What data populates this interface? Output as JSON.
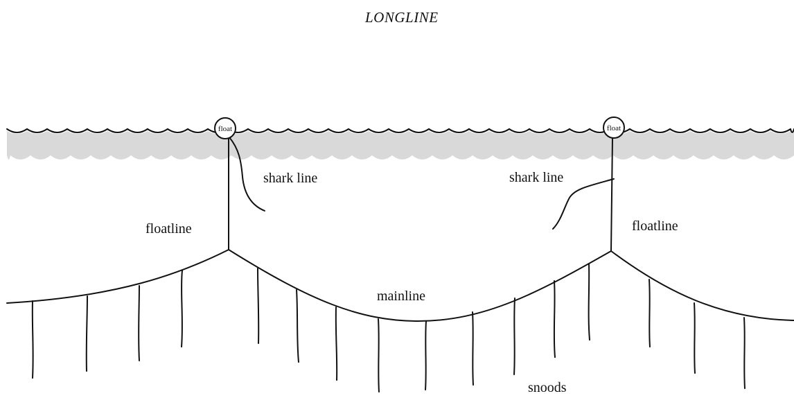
{
  "title": "LONGLINE",
  "labels": {
    "float_left": "float",
    "float_right": "float",
    "shark_line_left": "shark line",
    "shark_line_right": "shark line",
    "floatline_left": "floatline",
    "floatline_right": "floatline",
    "mainline": "mainline",
    "snoods": "snoods"
  },
  "colors": {
    "line": "#111111",
    "water_band": "#d9d9d9",
    "background": "#ffffff"
  }
}
